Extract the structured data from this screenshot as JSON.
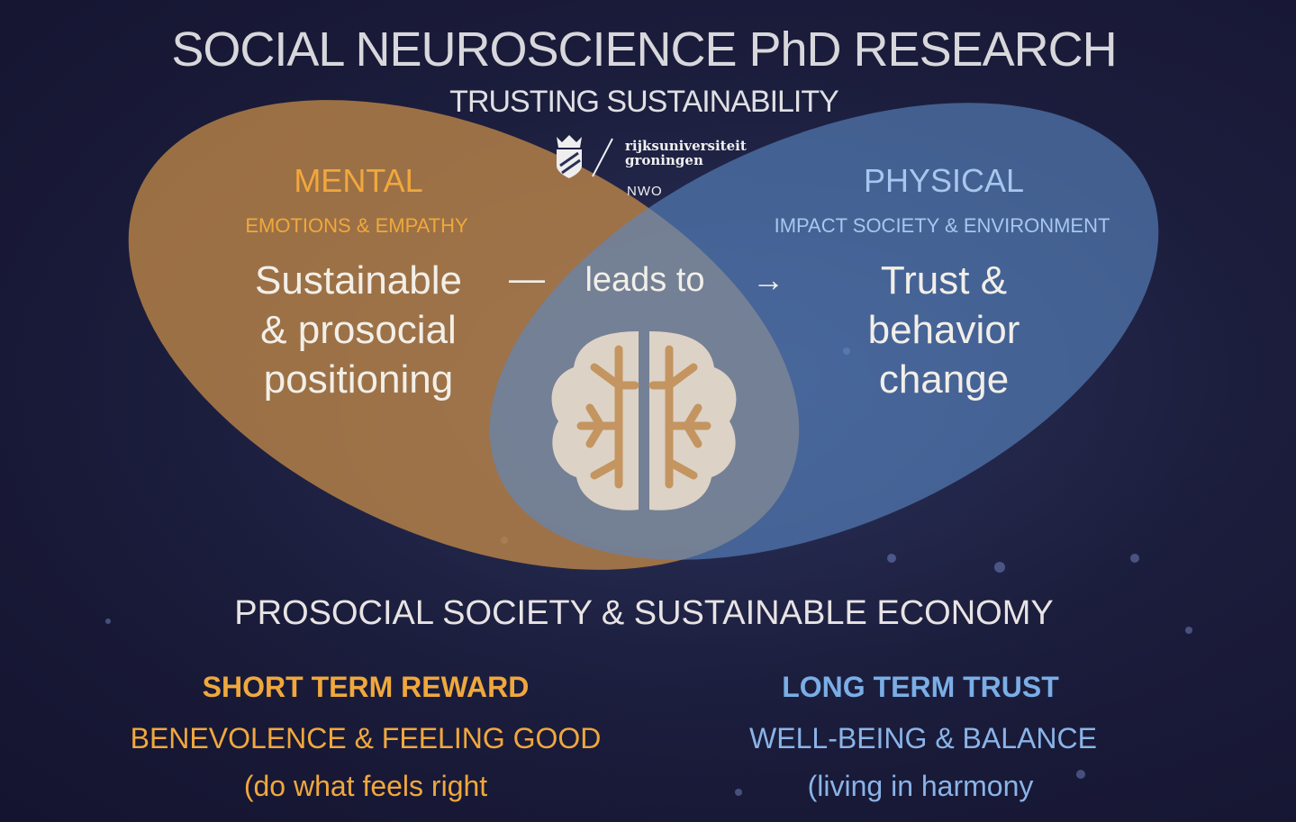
{
  "title": "SOCIAL NEUROSCIENCE  PhD RESEARCH",
  "subtitle": "TRUSTING SUSTAINABILITY",
  "logos": {
    "university": [
      "rijksuniversiteit",
      "groningen"
    ],
    "funder": "NWO"
  },
  "mental": {
    "heading": "MENTAL",
    "subheading": "EMOTIONS & EMPATHY",
    "body": [
      "Sustainable",
      "& prosocial",
      "positioning"
    ]
  },
  "physical": {
    "heading": "PHYSICAL",
    "subheading": "IMPACT SOCIETY & ENVIRONMENT",
    "body": [
      "Trust &",
      "behavior",
      "change"
    ]
  },
  "connector": {
    "dash": "—",
    "label": "leads to",
    "arrow": "→"
  },
  "bottom": {
    "title": "PROSOCIAL SOCIETY & SUSTAINABLE ECONOMY",
    "left": {
      "heading": "SHORT TERM REWARD",
      "sub": "BENEVOLENCE & FEELING GOOD",
      "note": "(do what feels right"
    },
    "right": {
      "heading": "LONG TERM TRUST",
      "sub": "WELL-BEING & BALANCE",
      "note": "(living in harmony"
    }
  },
  "colors": {
    "orange": "#f0a83c",
    "blue": "#a8c6ee",
    "orange_ellipse": "#c48a4a",
    "blue_ellipse": "#5a86c0"
  }
}
